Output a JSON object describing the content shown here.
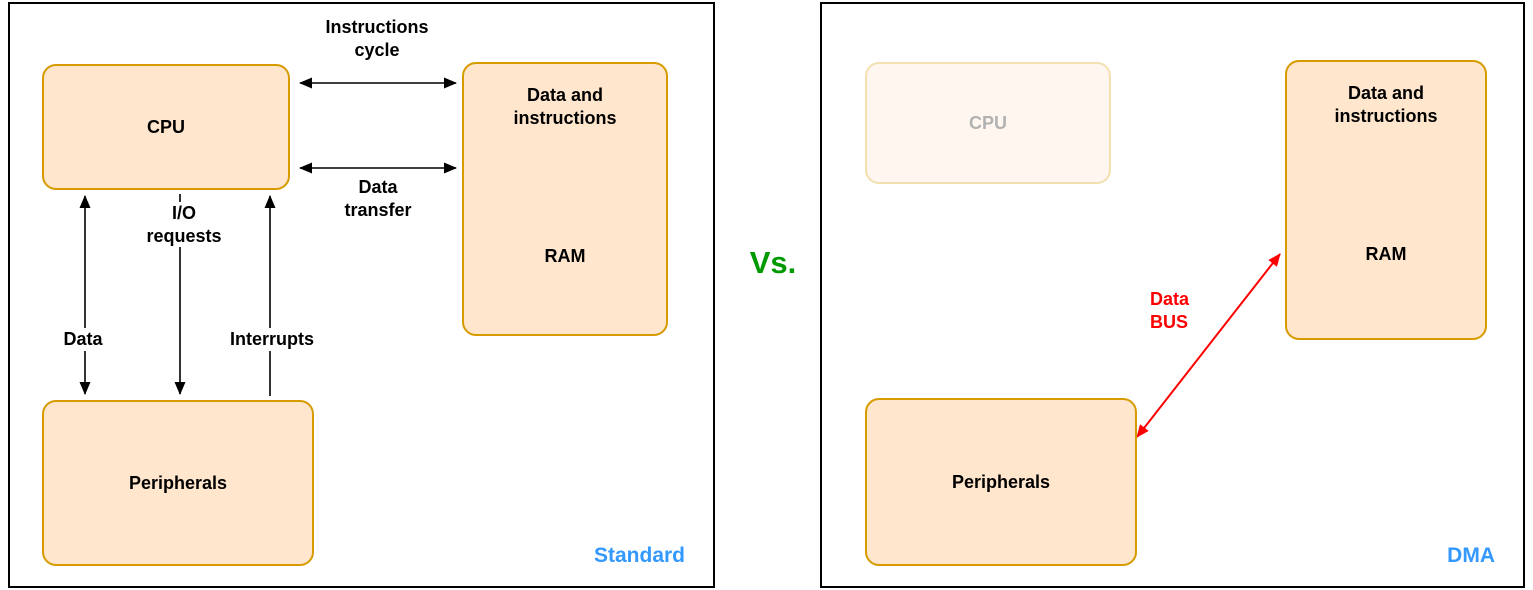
{
  "vs_label": "Vs.",
  "colors": {
    "box_fill": "#ffe6cc",
    "box_stroke": "#d79b00",
    "caption_blue": "#3399ff",
    "vs_green": "#009900",
    "bus_red": "#ff0000"
  },
  "left": {
    "caption": "Standard",
    "boxes": {
      "cpu": "CPU",
      "ram_title": "Data and instructions",
      "ram": "RAM",
      "peripherals": "Peripherals"
    },
    "labels": {
      "instructions_cycle": "Instructions cycle",
      "data_transfer": "Data transfer",
      "io_requests": "I/O requests",
      "data": "Data",
      "interrupts": "Interrupts"
    }
  },
  "right": {
    "caption": "DMA",
    "boxes": {
      "cpu": "CPU",
      "ram_title": "Data and instructions",
      "ram": "RAM",
      "peripherals": "Peripherals"
    },
    "labels": {
      "data_bus": "Data BUS"
    }
  }
}
